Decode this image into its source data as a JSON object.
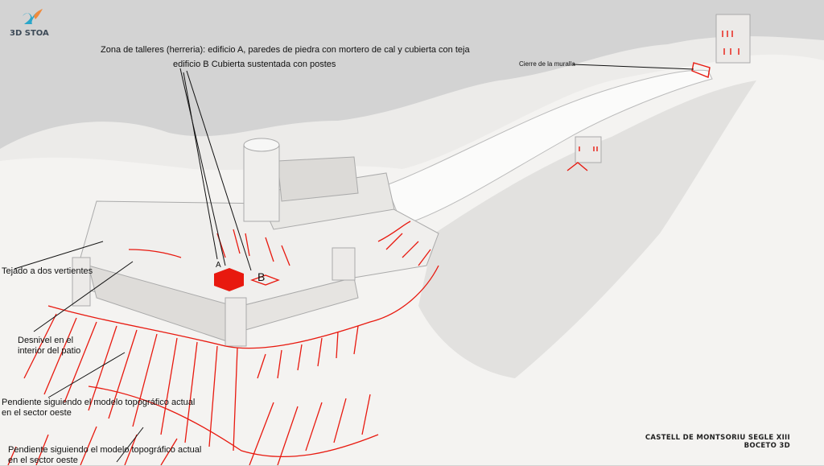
{
  "logo": {
    "text": "3D STOA"
  },
  "annotations": {
    "workshops_line1": "Zona de talleres (herreria): edificio A, paredes de piedra con mortero de cal y cubierta con teja",
    "workshops_line2": "edificio B Cubierta sustentada con postes",
    "wall_closure": "Cierre de la muralla",
    "gable_roof": "Tejado a dos vertientes",
    "courtyard_line1": "Desnivel en el",
    "courtyard_line2": "interior del patio",
    "slope1_line1": "Pendiente siguiendo el modelo topográfico actual",
    "slope1_line2": "en el sector oeste",
    "slope2_line1": "Pendiente siguiendo el modelo topográfico actual",
    "slope2_line2": "en el sector oeste",
    "building_a": "A",
    "building_b": "B"
  },
  "title": {
    "line1": "CASTELL DE MONTSORIU SEGLE XIII",
    "line2": "BOCETO 3D"
  },
  "colors": {
    "sky": "#d3d3d3",
    "terrain": "#f4f3f1",
    "annotation_red": "#e8190f",
    "leader": "#111111"
  }
}
